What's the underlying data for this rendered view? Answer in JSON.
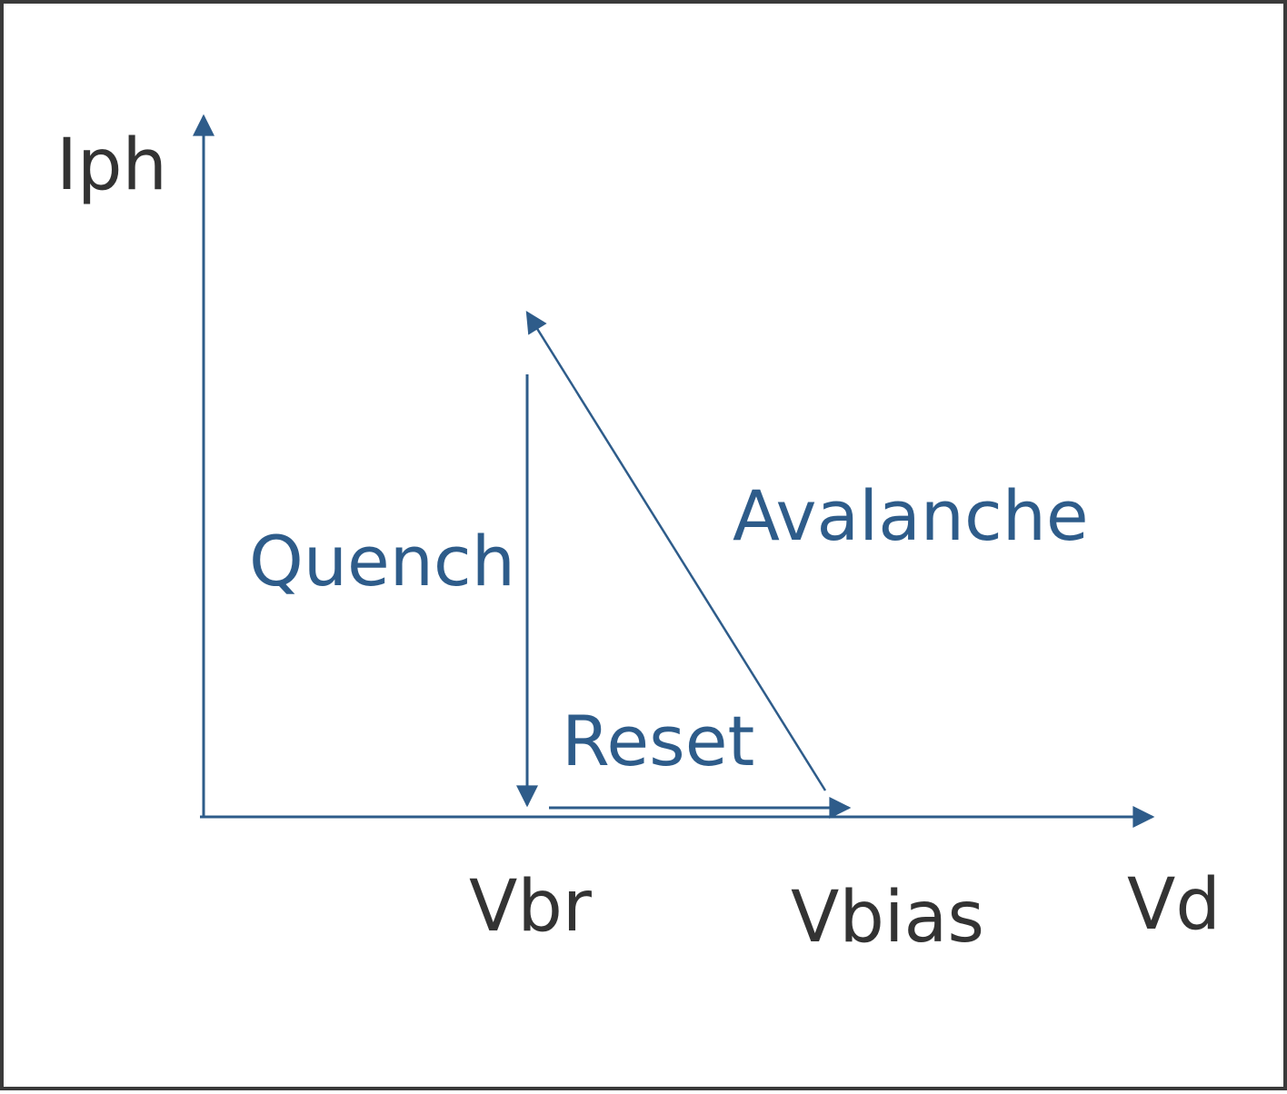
{
  "labels": {
    "y_axis": "Iph",
    "x_axis": "Vd",
    "vbr": "Vbr",
    "vbias": "Vbias",
    "quench": "Quench",
    "avalanche": "Avalanche",
    "reset": "Reset"
  },
  "colors": {
    "axis": "#2e5c8a",
    "phase_text": "#2e5c8a",
    "label_text": "#333333",
    "frame": "#3a3a3a"
  }
}
